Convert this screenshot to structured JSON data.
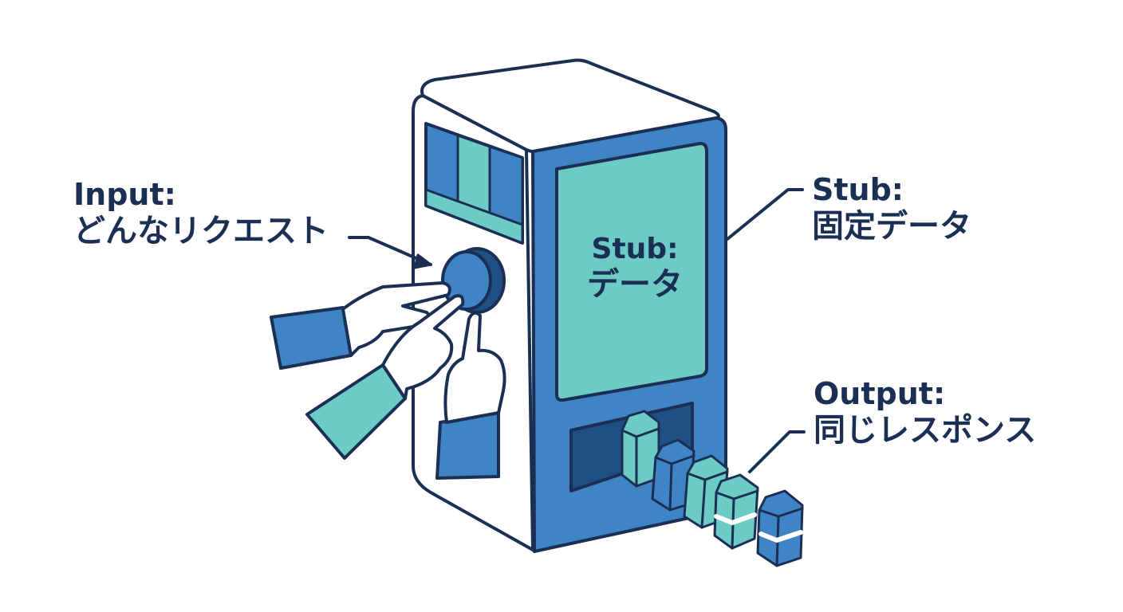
{
  "labels": {
    "input": {
      "title": "Input:",
      "text": "どんなリクエスト"
    },
    "stub": {
      "title": "Stub:",
      "text": "固定データ"
    },
    "screen": {
      "title": "Stub:",
      "text": "データ"
    },
    "output": {
      "title": "Output:",
      "text": "同じレスポンス"
    }
  },
  "colors": {
    "outline": "#1b2f55",
    "machine_blue": "#3f84c4",
    "screen_teal": "#6ccbc4",
    "dark_slot": "#1f4f84",
    "white": "#ffffff"
  }
}
